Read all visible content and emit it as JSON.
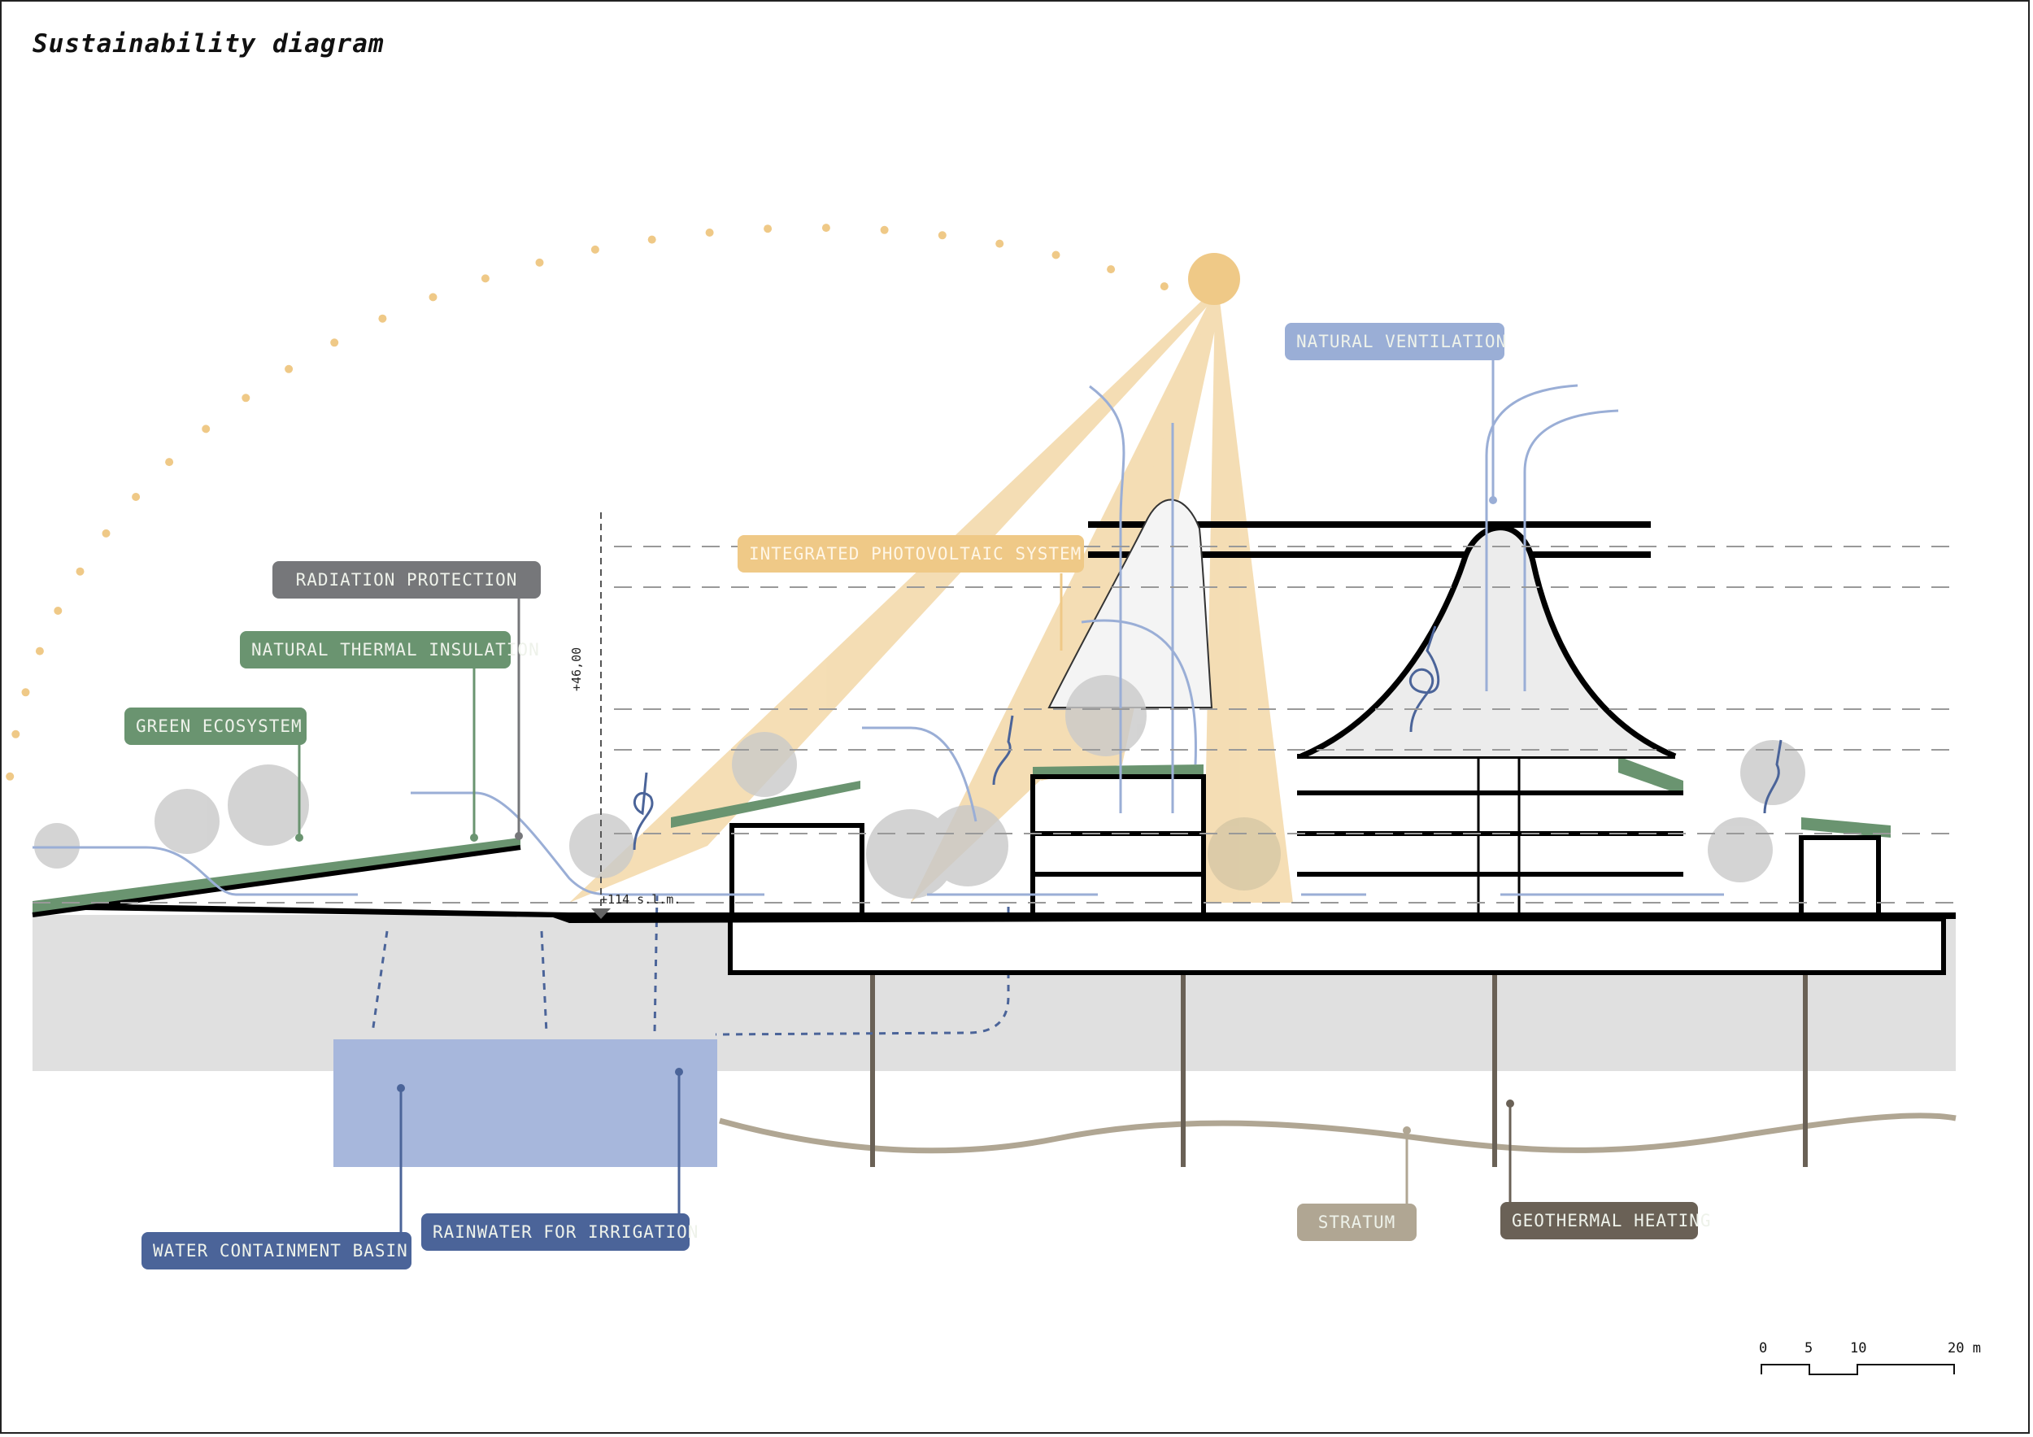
{
  "title": "Sustainability diagram",
  "labels": {
    "radiation_protection": "RADIATION PROTECTION",
    "natural_thermal_insulation": "NATURAL THERMAL INSULATION",
    "green_ecosystem": "GREEN ECOSYSTEM",
    "integrated_photovoltaic_system": "INTEGRATED PHOTOVOLTAIC SYSTEM",
    "natural_ventilation": "NATURAL VENTILATION",
    "water_containment_basin": "WATER CONTAINMENT BASIN",
    "rainwater_for_irrigation": "RAINWATER FOR IRRIGATION",
    "stratum": "STRATUM",
    "geothermal_heating": "GEOTHERMAL HEATING"
  },
  "elevations": {
    "height_mark": "+46,00",
    "ground_level": "+114 s.l.m."
  },
  "scale_bar": {
    "ticks": [
      "0",
      "5",
      "10",
      "20 m"
    ]
  },
  "colors": {
    "sun": "#efc987",
    "sun_ray": "#f3d8a8",
    "green_roof": "#6a9470",
    "green_label": "#6a9470",
    "gray_label": "#76777a",
    "ventilation_blue": "#9aaed6",
    "water_blue": "#a7b7dc",
    "dark_blue_label": "#4b6499",
    "stratum": "#b0a693",
    "geothermal": "#6a6156",
    "ground": "#e0e0e0",
    "pv_label": "#efc987"
  }
}
